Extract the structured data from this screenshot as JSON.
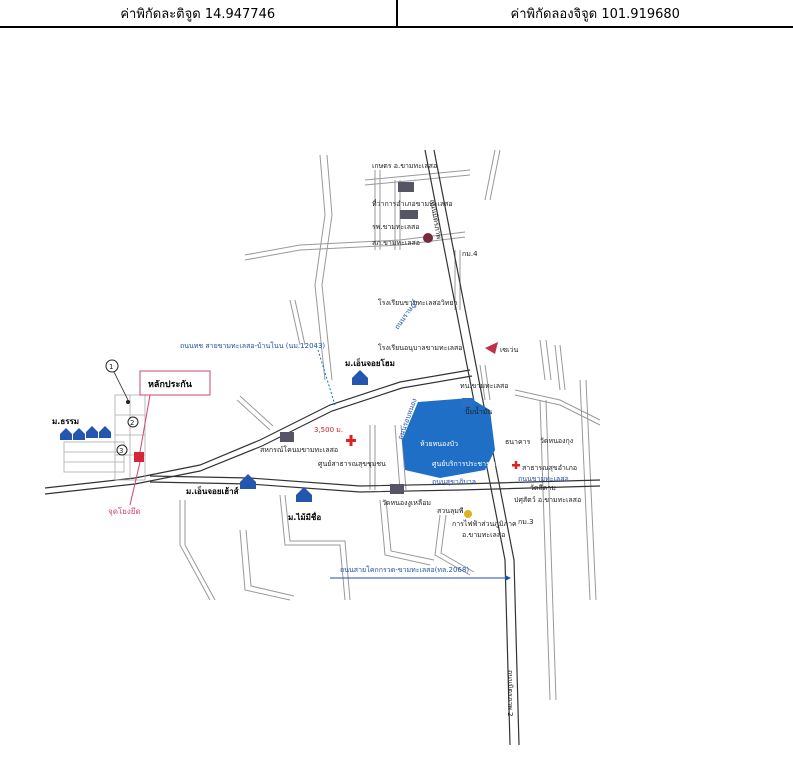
{
  "coordinates": {
    "latitude_label": "ค่าพิกัดละติจูด 14.947746",
    "longitude_label": "ค่าพิกัดลองจิจูด 101.919680"
  },
  "map": {
    "site_marker_label": "หลักประกัน",
    "reference_point_label": "จุดโยงยึด",
    "parcel_numbers": [
      "1",
      "2",
      "3"
    ],
    "distance_label": "3,500 ม.",
    "places": {
      "kaset_amphoe": "เกษตร อ.ขามทะเลสอ",
      "thiwakan": "ที่ว่าการอำเภอขามทะเลสอ",
      "hospital": "รพ.ขามทะเลสอ",
      "police": "สภ.ขามทะเลสอ",
      "km4": "กม.4",
      "school1": "โรงเรียนขามทะเลสอวิทยา",
      "school2": "โรงเรียนอนุบาลขามทะเลสอ",
      "seven_eleven": "เซเว่น",
      "village_somsom": "ม.เอ็นจอยโฮม",
      "village_dharma": "ม.ธรรม",
      "tessaban": "ทน.ขามทะเลสอ",
      "pump": "ปั๊มน้ำมัน",
      "bank": "ธนาคาร",
      "temple_nongkung": "วัดหนองกุง",
      "lake": "ห้วยหนองบัว",
      "service_center": "ศูนย์บริการประชาชน",
      "health_center": "สาธารณสุขอำเภอ",
      "clinic": "ศูนย์สาธารณสุขชุมชน",
      "coop": "สหกรณ์โคนมขามทะเลสอ",
      "village_enjoy": "ม.เอ็นจอยเฮ้าส์",
      "village_mai": "ม.ไม้มีชื่อ",
      "temple_nongngu": "วัดหนองงูเหลือม",
      "park": "สวนลุมพี",
      "pea": "การไฟฟ้าส่วนภูมิภาค",
      "pea_sub": "อ.ขามทะเลสอ",
      "temple_sue": "วัดสีดาม",
      "livestock": "ปศุสัตว์ อ.ขามทะเลสอ",
      "km3": "กม.3"
    },
    "roads": {
      "rural_road": "ถนนทช สายขามทะเลสอ-บ้านโนน (นม.12043)",
      "highway": "ถนนสายโคกกรวด-ขามทะเลสอ(ทล.2068)",
      "vertical_top": "ถนนมิตรภาพ",
      "vertical_bottom": "ถนนมิตรภาพ 2",
      "lake_road": "ถนนรอบหนอง",
      "road_chumchon": "ถนนสุขาภิบาล",
      "road_north": "ถนนราษฎร์",
      "road_east": "ถนนขามทะเลสอ"
    }
  }
}
